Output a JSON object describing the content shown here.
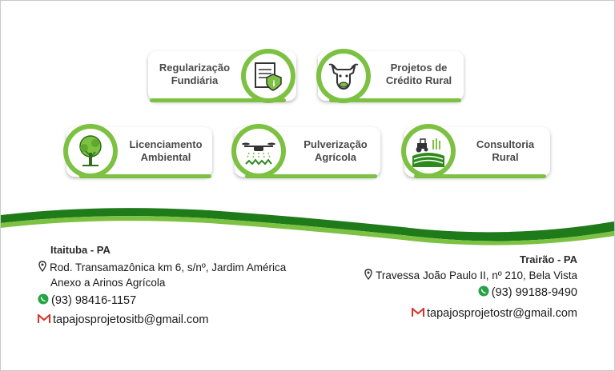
{
  "services": [
    {
      "id": "regularizacao",
      "line1": "Regularização",
      "line2": "Fundiária",
      "icon": "document-certificate-icon"
    },
    {
      "id": "projetos",
      "line1": "Projetos de",
      "line2": "Crédito Rural",
      "icon": "cow-icon"
    },
    {
      "id": "licenciamento",
      "line1": "Licenciamento",
      "line2": "Ambiental",
      "icon": "tree-icon"
    },
    {
      "id": "pulverizacao",
      "line1": "Pulverização",
      "line2": "Agrícola",
      "icon": "drone-icon"
    },
    {
      "id": "consultoria",
      "line1": "Consultoria",
      "line2": "Rural",
      "icon": "tractor-field-icon"
    }
  ],
  "offices": {
    "left": {
      "city": "Itaituba - PA",
      "address1": "Rod. Transamazônica km 6, s/nº, Jardim América",
      "address2": "Anexo a Arinos Agrícola",
      "phone": "(93) 98416-1157",
      "email": "tapajosprojetositb@gmail.com"
    },
    "right": {
      "city": "Trairão - PA",
      "address1": "Travessa João Paulo II, nº 210, Bela Vista",
      "phone": "(93) 99188-9490",
      "email": "tapajosprojetostr@gmail.com"
    }
  },
  "colors": {
    "brand_green": "#7cc142",
    "dark_green": "#2f8a1e",
    "text": "#4a4a4a"
  }
}
